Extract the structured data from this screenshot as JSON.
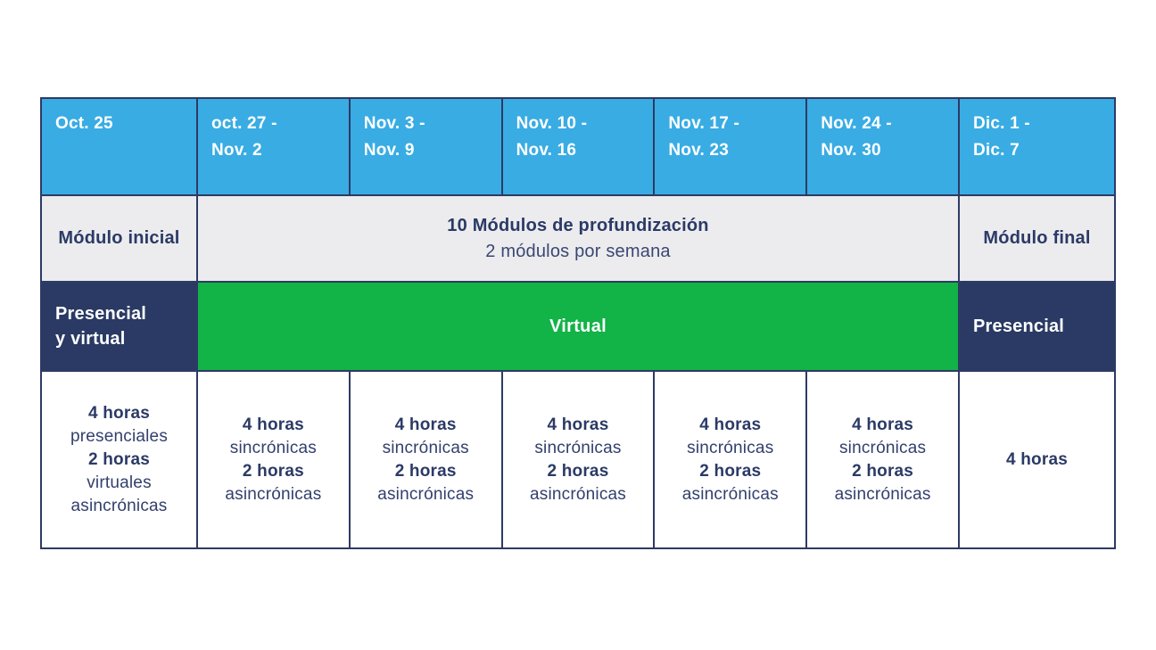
{
  "colors": {
    "header_bg": "#39ACE3",
    "navy_bg": "#2A3A64",
    "green_bg": "#12B347",
    "grey_bg": "#ECECEE",
    "text_navy": "#2B3A66",
    "white": "#FFFFFF"
  },
  "header": {
    "cells": [
      "Oct. 25",
      "oct. 27 -\nNov. 2",
      "Nov. 3 -\nNov. 9",
      "Nov. 10 -\nNov. 16",
      "Nov. 17 -\nNov. 23",
      "Nov. 24 -\nNov. 30",
      "Dic. 1 -\nDic. 7"
    ]
  },
  "modules": {
    "initial": "Módulo inicial",
    "middle_title": "10 Módulos de profundización",
    "middle_subtitle": "2 módulos por semana",
    "final": "Módulo final"
  },
  "modality": {
    "left": "Presencial\ny virtual",
    "middle": "Virtual",
    "right": "Presencial"
  },
  "hours": {
    "cells": [
      {
        "lines": [
          {
            "text": "4 horas",
            "bold": true
          },
          {
            "text": "presenciales",
            "bold": false
          },
          {
            "text": "2 horas",
            "bold": true
          },
          {
            "text": "virtuales",
            "bold": false
          },
          {
            "text": "asincrónicas",
            "bold": false
          }
        ]
      },
      {
        "lines": [
          {
            "text": "4 horas",
            "bold": true
          },
          {
            "text": "sincrónicas",
            "bold": false
          },
          {
            "text": "2 horas",
            "bold": true
          },
          {
            "text": "asincrónicas",
            "bold": false
          }
        ]
      },
      {
        "lines": [
          {
            "text": "4 horas",
            "bold": true
          },
          {
            "text": "sincrónicas",
            "bold": false
          },
          {
            "text": "2 horas",
            "bold": true
          },
          {
            "text": "asincrónicas",
            "bold": false
          }
        ]
      },
      {
        "lines": [
          {
            "text": "4 horas",
            "bold": true
          },
          {
            "text": "sincrónicas",
            "bold": false
          },
          {
            "text": "2 horas",
            "bold": true
          },
          {
            "text": "asincrónicas",
            "bold": false
          }
        ]
      },
      {
        "lines": [
          {
            "text": "4 horas",
            "bold": true
          },
          {
            "text": "sincrónicas",
            "bold": false
          },
          {
            "text": "2 horas",
            "bold": true
          },
          {
            "text": "asincrónicas",
            "bold": false
          }
        ]
      },
      {
        "lines": [
          {
            "text": "4 horas",
            "bold": true
          },
          {
            "text": "sincrónicas",
            "bold": false
          },
          {
            "text": "2 horas",
            "bold": true
          },
          {
            "text": "asincrónicas",
            "bold": false
          }
        ]
      },
      {
        "lines": [
          {
            "text": "4 horas",
            "bold": true
          }
        ]
      }
    ]
  },
  "chart_data": {
    "type": "table",
    "columns": [
      "Oct. 25",
      "oct. 27 - Nov. 2",
      "Nov. 3 - Nov. 9",
      "Nov. 10 - Nov. 16",
      "Nov. 17 - Nov. 23",
      "Nov. 24 - Nov. 30",
      "Dic. 1 - Dic. 7"
    ],
    "rows": [
      {
        "cells": [
          {
            "text": "Módulo inicial",
            "col_span": 1
          },
          {
            "text": "10 Módulos de profundización — 2 módulos por semana",
            "col_span": 5
          },
          {
            "text": "Módulo final",
            "col_span": 1
          }
        ]
      },
      {
        "cells": [
          {
            "text": "Presencial y virtual",
            "col_span": 1
          },
          {
            "text": "Virtual",
            "col_span": 5
          },
          {
            "text": "Presencial",
            "col_span": 1
          }
        ]
      },
      {
        "cells": [
          {
            "text": "4 horas presenciales, 2 horas virtuales asincrónicas",
            "col_span": 1
          },
          {
            "text": "4 horas sincrónicas, 2 horas asincrónicas",
            "col_span": 1
          },
          {
            "text": "4 horas sincrónicas, 2 horas asincrónicas",
            "col_span": 1
          },
          {
            "text": "4 horas sincrónicas, 2 horas asincrónicas",
            "col_span": 1
          },
          {
            "text": "4 horas sincrónicas, 2 horas asincrónicas",
            "col_span": 1
          },
          {
            "text": "4 horas sincrónicas, 2 horas asincrónicas",
            "col_span": 1
          },
          {
            "text": "4 horas",
            "col_span": 1
          }
        ]
      }
    ],
    "legend_position": "none",
    "grid": true
  }
}
